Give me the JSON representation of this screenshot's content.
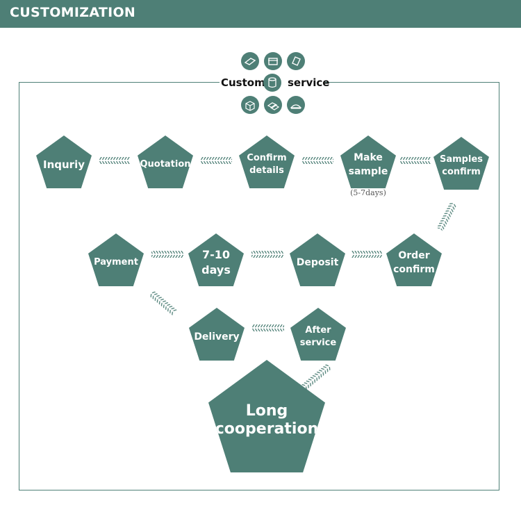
{
  "header": {
    "title": "CUSTOMIZATION"
  },
  "custom_service": {
    "left_word": "Custom",
    "right_word": "service",
    "icons": [
      "box-flat-icon",
      "box-lid-icon",
      "box-tilted-icon",
      "box-open-icon",
      "box-pair-icon",
      "gift-box-icon",
      "cylinder-box-icon"
    ]
  },
  "steps": {
    "inquiry": "Inquriy",
    "quotation": "Quotation",
    "confirm_details": "Confirm\ndetails",
    "make_sample": "Make\nsample",
    "samples_confirm": "Samples\nconfirm",
    "order_confirm": "Order\nconfirm",
    "deposit": "Deposit",
    "days": "7-10\ndays",
    "payment": "Payment",
    "delivery": "Delivery",
    "after_service": "After\nservice",
    "long_cooperation": "Long\ncooperation"
  },
  "sample_note": "(5-7days)",
  "colors": {
    "primary": "#4e7f76",
    "background": "#ffffff",
    "text_on_primary": "#ffffff"
  }
}
